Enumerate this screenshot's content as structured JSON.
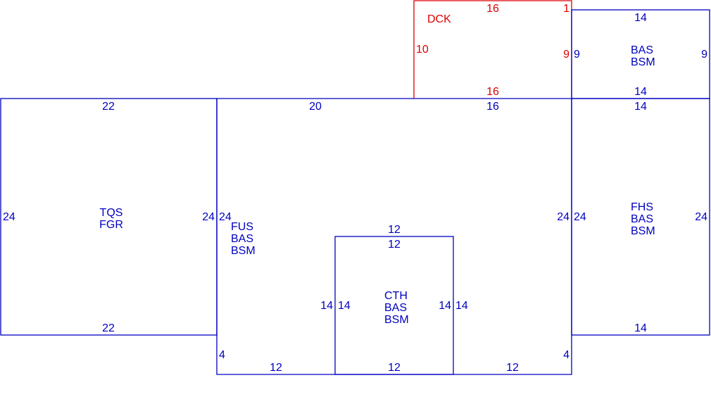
{
  "colors": {
    "main": "#0000c0",
    "deck": "#dd0000",
    "background": "#ffffff"
  },
  "areas": {
    "tqs": {
      "line1": "TQS",
      "line2": "FGR"
    },
    "fus": {
      "line1": "FUS",
      "line2": "BAS",
      "line3": "BSM"
    },
    "cth": {
      "line1": "CTH",
      "line2": "BAS",
      "line3": "BSM"
    },
    "fhs": {
      "line1": "FHS",
      "line2": "BAS",
      "line3": "BSM"
    },
    "bas_top": {
      "line1": "BAS",
      "line2": "BSM"
    },
    "dck": {
      "label": "DCK"
    }
  },
  "dims": {
    "tqs_top": "22",
    "tqs_bottom": "22",
    "tqs_left": "24",
    "tqs_right": "24",
    "fus_top_left": "20",
    "fus_top_right": "16",
    "fus_left": "24",
    "fus_right": "24",
    "fus_bottom_left": "12",
    "fus_bottom_right": "12",
    "fus_notch_left": "4",
    "fus_notch_right": "4",
    "fus_inner_top": "12",
    "fus_inner_left": "14",
    "fus_inner_right": "14",
    "cth_top": "12",
    "cth_bottom": "12",
    "cth_left": "14",
    "cth_right": "14",
    "fhs_top": "14",
    "fhs_bottom": "14",
    "fhs_left": "24",
    "fhs_right": "24",
    "bas_top_top": "14",
    "bas_top_bottom": "14",
    "bas_top_left": "9",
    "bas_top_right": "9",
    "dck_top": "16",
    "dck_bottom": "16",
    "dck_left": "10",
    "dck_right": "9",
    "dck_corner": "1"
  }
}
